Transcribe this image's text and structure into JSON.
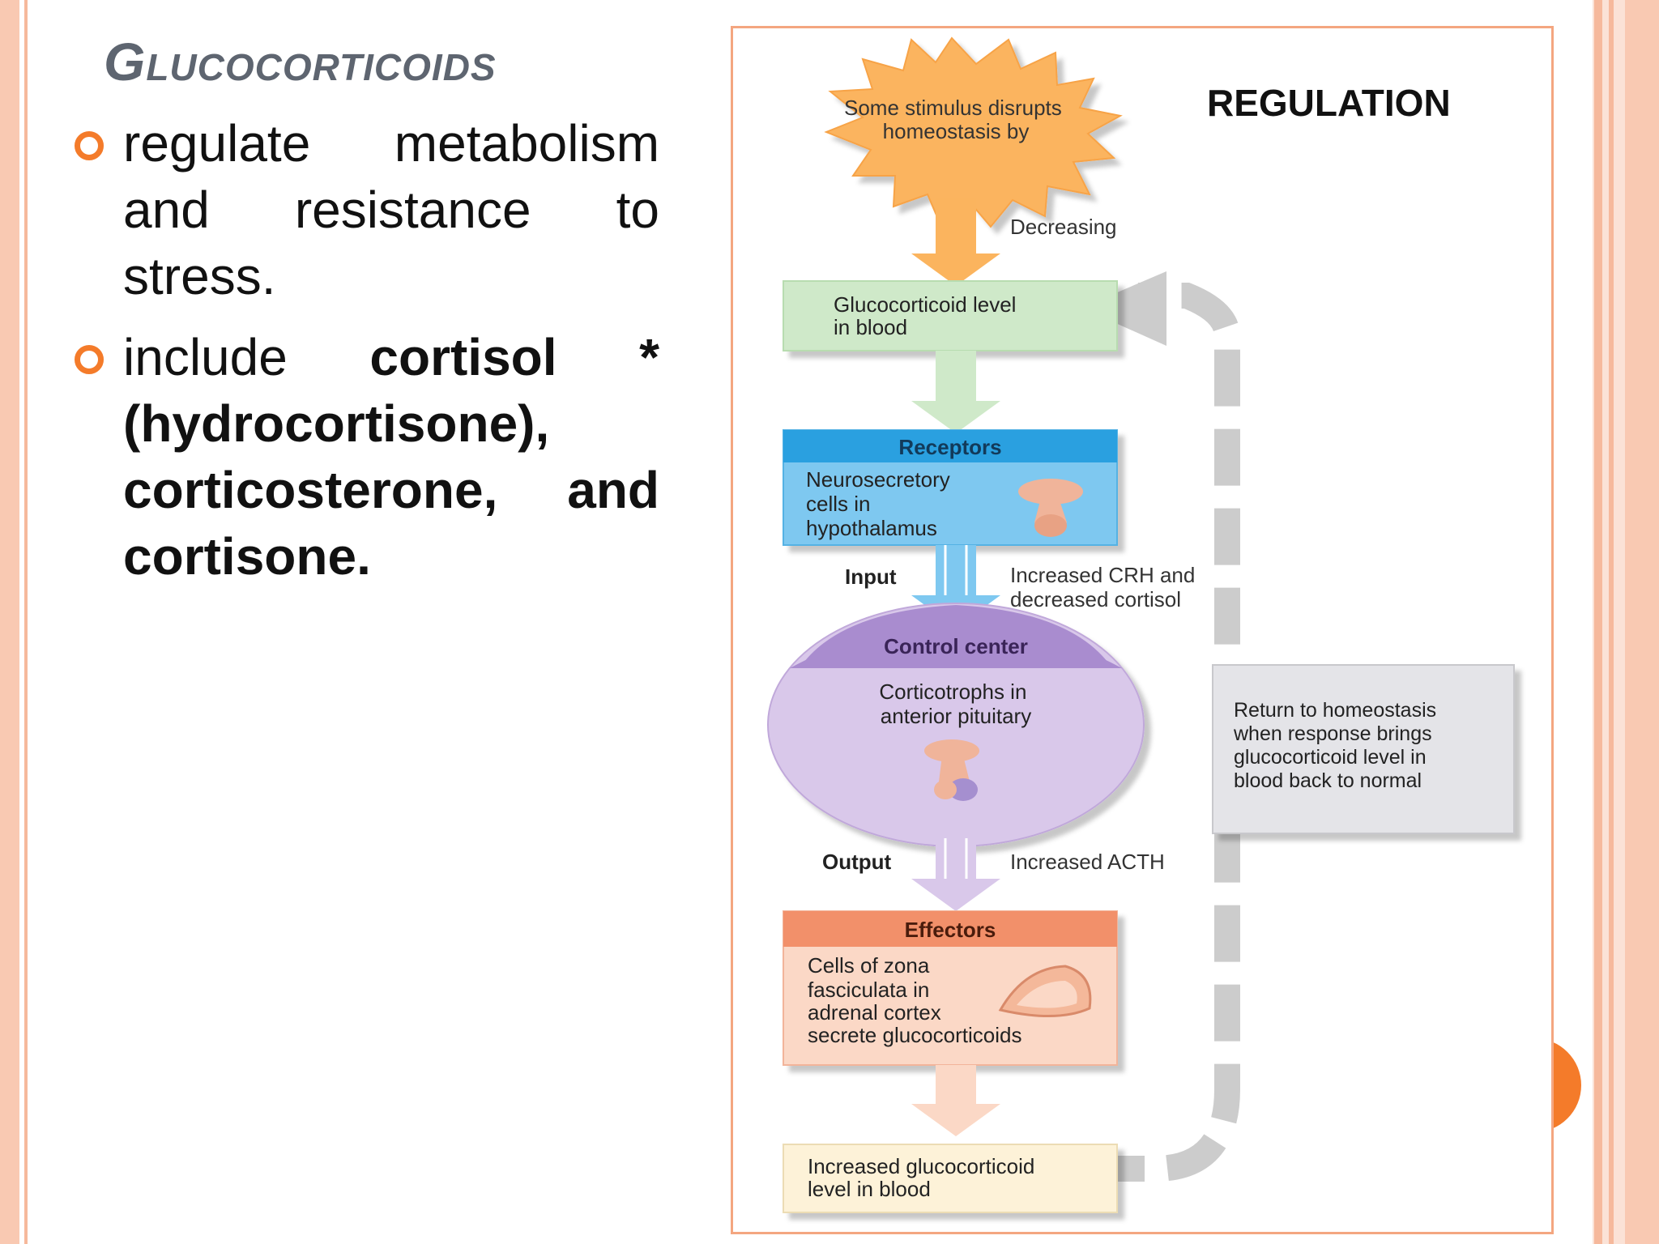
{
  "slide": {
    "title": "Glucocorticoids",
    "bullets": [
      {
        "parts": [
          {
            "text": "regulate metabolism and resistance to stress.",
            "bold": false
          }
        ]
      },
      {
        "parts": [
          {
            "text": "include ",
            "bold": false
          },
          {
            "text": "cortisol *(hydrocortisone), corticosterone, and cortisone.",
            "bold": true
          }
        ]
      }
    ]
  },
  "diagram": {
    "heading": "REGULATION",
    "stimulus": [
      "Some stimulus disrupts",
      "homeostasis by"
    ],
    "decreasing": "Decreasing",
    "controlled": [
      "Glucocorticoid level",
      "in blood"
    ],
    "receptors_title": "Receptors",
    "receptors_body": [
      "Neurosecretory",
      "cells in",
      "hypothalamus"
    ],
    "input_label": "Input",
    "input_desc": [
      "Increased CRH and",
      "decreased cortisol"
    ],
    "control_title": "Control center",
    "control_body": [
      "Corticotrophs in",
      "anterior pituitary"
    ],
    "output_label": "Output",
    "output_desc": "Increased ACTH",
    "effectors_title": "Effectors",
    "effectors_body": [
      "Cells of zona",
      "fasciculata in",
      "adrenal cortex",
      "secrete glucocorticoids"
    ],
    "response": [
      "Increased glucocorticoid",
      "level in blood"
    ],
    "return": [
      "Return to homeostasis",
      "when response brings",
      "glucocorticoid level in",
      "blood back to normal"
    ],
    "colors": {
      "stimulus": "#fbb45e",
      "controlled": "#cfe9c9",
      "receptors": "#7ec8f0",
      "receptors_header": "#2aa0e0",
      "control": "#d9c8ea",
      "control_header": "#a98ccf",
      "effectors": "#fbd8c6",
      "effectors_header": "#f2906a",
      "response": "#fdf2d8",
      "feedback": "#cccccc"
    }
  }
}
